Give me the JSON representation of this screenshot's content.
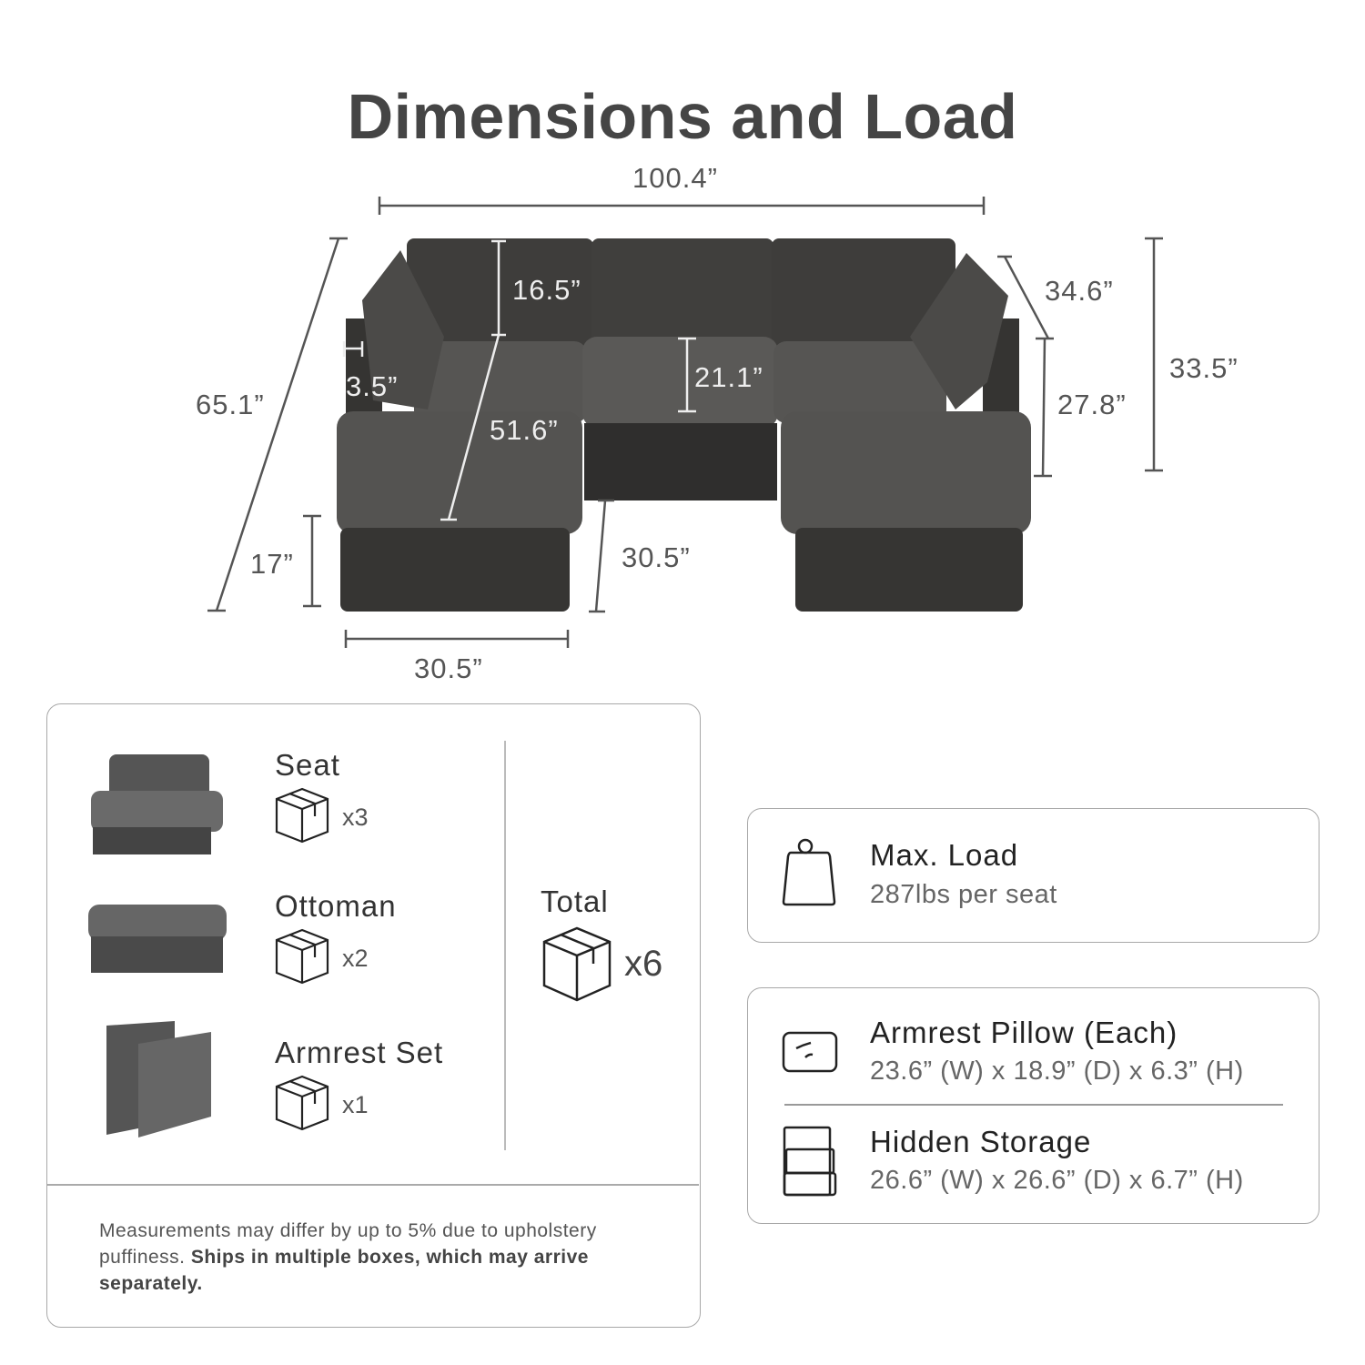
{
  "title": "Dimensions and Load",
  "dimensions": {
    "total_width": "100.4”",
    "total_depth": "65.1”",
    "back_height": "16.5”",
    "arm_width": "3.5”",
    "chaise_depth": "51.6”",
    "seat_depth": "21.1”",
    "side_depth": "34.6”",
    "side_height": "27.8”",
    "total_height": "33.5”",
    "seat_height": "17”",
    "ottoman_depth": "30.5”",
    "ottoman_width": "30.5”"
  },
  "components": [
    {
      "name": "Seat",
      "qty": "x3",
      "icon": "box-icon"
    },
    {
      "name": "Ottoman",
      "qty": "x2",
      "icon": "box-icon"
    },
    {
      "name": "Armrest Set",
      "qty": "x1",
      "icon": "box-icon"
    }
  ],
  "total": {
    "label": "Total",
    "qty": "x6"
  },
  "note": {
    "text": "Measurements may differ by up to 5% due to upholstery puffiness. ",
    "bold": "Ships in multiple boxes, which may arrive separately."
  },
  "specs": [
    {
      "title": "Max. Load",
      "value": "287lbs per seat",
      "icon": "weight-icon"
    },
    {
      "title": "Armrest Pillow (Each)",
      "value": "23.6” (W) x 18.9” (D) x 6.3” (H)",
      "icon": "pillow-icon"
    },
    {
      "title": "Hidden Storage",
      "value": "26.6” (W) x 26.6” (D) x 6.7” (H)",
      "icon": "storage-icon"
    }
  ]
}
